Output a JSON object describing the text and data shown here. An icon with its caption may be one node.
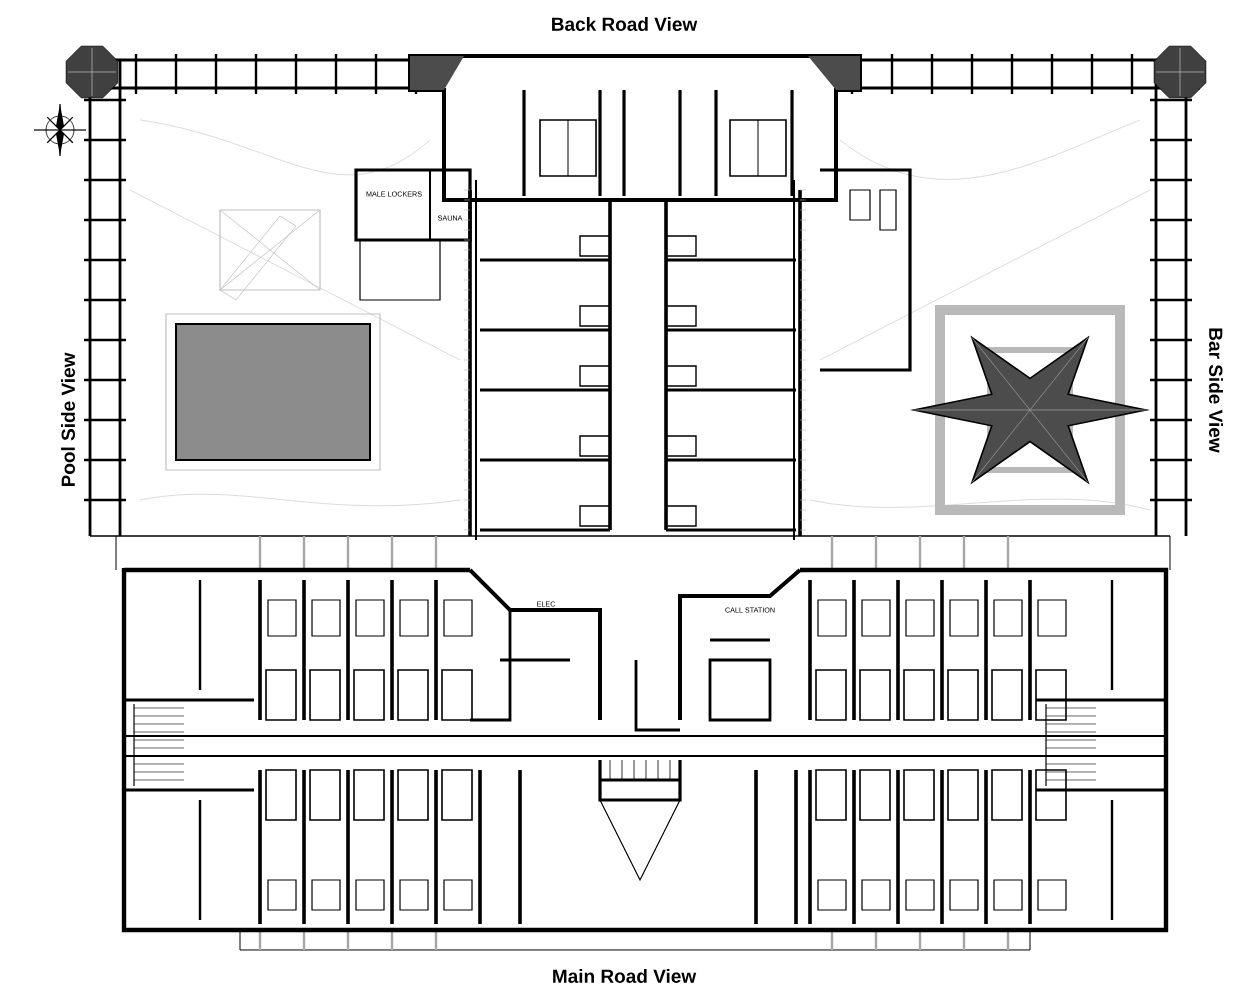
{
  "diagram": {
    "labels": [
      "Back Road View",
      "MALE LOCKERS",
      "SAUNA",
      "Pool Side View",
      "Bar Side View",
      "ELEC",
      "CALL STATION",
      "Main Road View"
    ]
  }
}
